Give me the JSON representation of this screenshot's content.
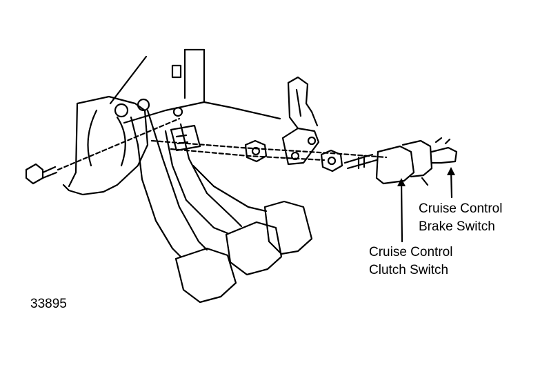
{
  "figure": {
    "number": "33895"
  },
  "callouts": {
    "brake_switch": {
      "line1": "Cruise Control",
      "line2": "Brake Switch"
    },
    "clutch_switch": {
      "line1": "Cruise Control",
      "line2": "Clutch Switch"
    }
  },
  "colors": {
    "ink": "#000000",
    "paper": "#ffffff"
  }
}
